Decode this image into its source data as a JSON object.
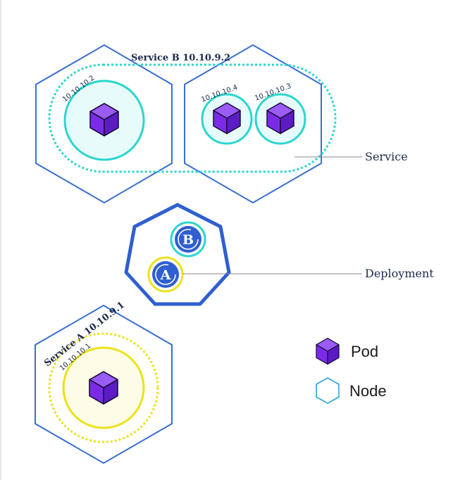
{
  "service_b": {
    "label": "Service B 10.10.9.2"
  },
  "service_a": {
    "label": "Service A  10.10.9.1"
  },
  "pods": [
    {
      "ip": "10.10.10.2"
    },
    {
      "ip": "10.10.10.4"
    },
    {
      "ip": "10.10.10.3"
    },
    {
      "ip": "10.10.10.1"
    }
  ],
  "callouts": {
    "service": "Service",
    "deployment": "Deployment"
  },
  "deployments": [
    {
      "letter": "B"
    },
    {
      "letter": "A"
    }
  ],
  "legend": {
    "pod": "Pod",
    "node": "Node"
  },
  "colors": {
    "node_stroke": "#3b6fcf",
    "service_b": "#2ad6cf",
    "service_a": "#ece21a",
    "pod_fill": "#7b2be8",
    "deployment": "#2f5fd0"
  }
}
